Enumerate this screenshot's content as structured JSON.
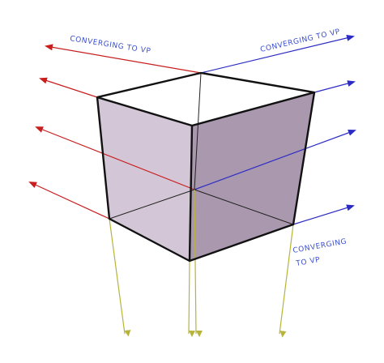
{
  "labels": {
    "top_left": "CONVERGING TO VP",
    "top_right": "CONVERGING TO VP",
    "bottom_right_line1": "CONVERGING",
    "bottom_right_line2": "TO VP"
  },
  "colors": {
    "left_convergence": "#c81e1e",
    "right_convergence": "#2c2cc4",
    "vertical_convergence": "#b7b43a",
    "label_text": "#3a4fd0",
    "outline": "#111111",
    "face_left": "#d3c6d6",
    "face_right": "#aa98af",
    "hidden_edge": "#222222"
  }
}
